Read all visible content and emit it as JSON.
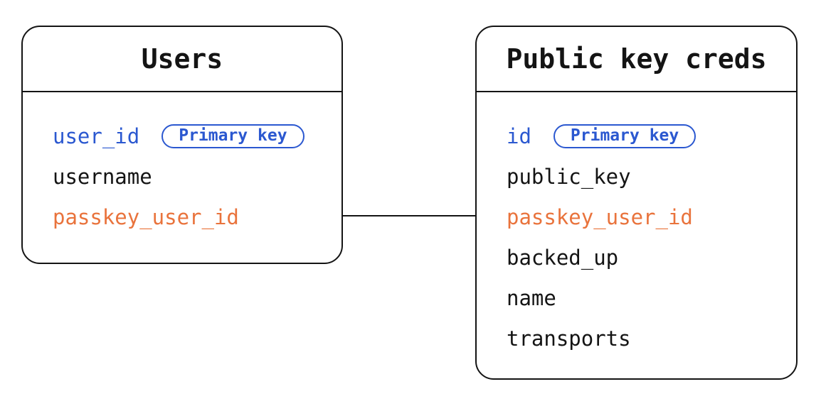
{
  "diagram": {
    "colors": {
      "background": "#ffffff",
      "border": "#141414",
      "field_default": "#141414",
      "primary_key": "#2b58d0",
      "foreign_key": "#e9733c"
    },
    "tables": [
      {
        "id": "users",
        "title": "Users",
        "fields": [
          {
            "name": "user_id",
            "role": "primary-key",
            "badge": "Primary key"
          },
          {
            "name": "username",
            "role": "plain"
          },
          {
            "name": "passkey_user_id",
            "role": "foreign-key"
          }
        ]
      },
      {
        "id": "public-key-creds",
        "title": "Public key creds",
        "fields": [
          {
            "name": "id",
            "role": "primary-key",
            "badge": "Primary key"
          },
          {
            "name": "public_key",
            "role": "plain"
          },
          {
            "name": "passkey_user_id",
            "role": "foreign-key"
          },
          {
            "name": "backed_up",
            "role": "plain"
          },
          {
            "name": "name",
            "role": "plain"
          },
          {
            "name": "transports",
            "role": "plain"
          }
        ]
      }
    ],
    "relation": {
      "from": "Users.passkey_user_id",
      "to": "Public key creds.passkey_user_id",
      "style": "straight-line"
    }
  }
}
